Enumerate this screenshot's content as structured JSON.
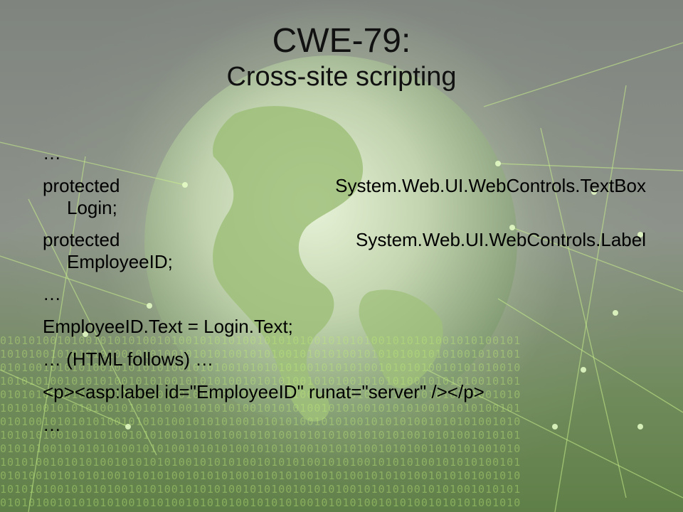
{
  "slide": {
    "title_main": "CWE-79:",
    "title_sub": "Cross-site scripting",
    "lines": {
      "l1": "…",
      "l2a": "protected",
      "l2b": "System.Web.UI.WebControls.TextBox",
      "l2c": "Login;",
      "l3a": "protected",
      "l3b": "System.Web.UI.WebControls.Label",
      "l3c": "EmployeeID;",
      "l4": "…",
      "l5": "EmployeeID.Text = Login.Text;",
      "l6": "… (HTML follows) …",
      "l7": "<p><asp:label id=\"EmployeeID\" runat=\"server\" /></p>",
      "l8": "…"
    }
  }
}
